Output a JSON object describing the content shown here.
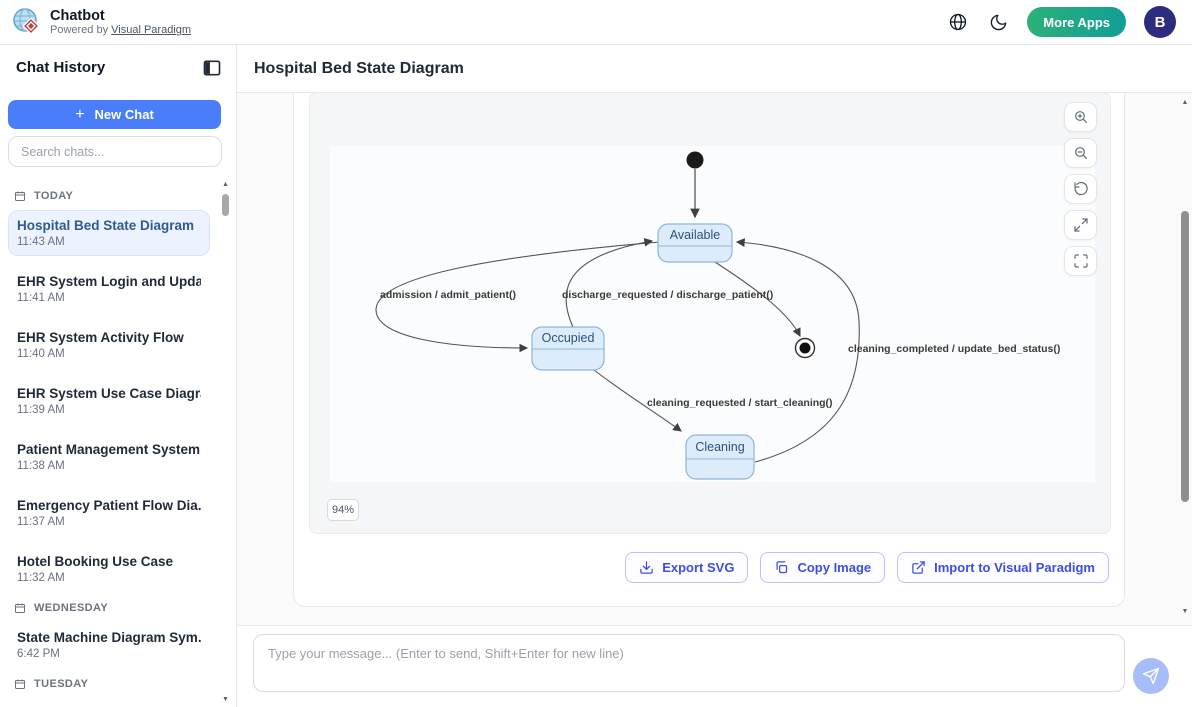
{
  "header": {
    "app_title": "Chatbot",
    "powered_prefix": "Powered by",
    "powered_link": "Visual Paradigm",
    "more_apps": "More Apps",
    "avatar_initial": "B"
  },
  "sidebar": {
    "title": "Chat History",
    "new_chat": "New Chat",
    "search_placeholder": "Search chats...",
    "groups": [
      {
        "label": "TODAY",
        "items": [
          {
            "title": "Hospital Bed State Diagram",
            "time": "11:43 AM",
            "active": true
          },
          {
            "title": "EHR System Login and Upda...",
            "time": "11:41 AM"
          },
          {
            "title": "EHR System Activity Flow",
            "time": "11:40 AM"
          },
          {
            "title": "EHR System Use Case Diagram",
            "time": "11:39 AM"
          },
          {
            "title": "Patient Management System...",
            "time": "11:38 AM"
          },
          {
            "title": "Emergency Patient Flow Dia...",
            "time": "11:37 AM"
          },
          {
            "title": "Hotel Booking Use Case",
            "time": "11:32 AM"
          }
        ]
      },
      {
        "label": "WEDNESDAY",
        "items": [
          {
            "title": "State Machine Diagram Sym...",
            "time": "6:42 PM"
          }
        ]
      },
      {
        "label": "TUESDAY",
        "items": []
      }
    ]
  },
  "main": {
    "title": "Hospital Bed State Diagram",
    "zoom_level": "94%",
    "actions": {
      "export_svg": "Export SVG",
      "copy_image": "Copy Image",
      "import_vp": "Import to Visual Paradigm"
    },
    "composer_placeholder": "Type your message... (Enter to send, Shift+Enter for new line)"
  },
  "diagram": {
    "type": "uml-state-diagram",
    "states": {
      "available": "Available",
      "occupied": "Occupied",
      "cleaning": "Cleaning"
    },
    "pseudostates": [
      "initial",
      "final"
    ],
    "transitions": [
      {
        "from": "initial",
        "to": "Available",
        "label": ""
      },
      {
        "from": "Available",
        "to": "Occupied",
        "label": "admission / admit_patient()"
      },
      {
        "from": "Occupied",
        "to": "Available",
        "label": "discharge_requested / discharge_patient()"
      },
      {
        "from": "Occupied",
        "to": "Cleaning",
        "label": "cleaning_requested / start_cleaning()"
      },
      {
        "from": "Cleaning",
        "to": "Available",
        "label": "cleaning_completed / update_bed_status()"
      },
      {
        "from": "Available",
        "to": "final",
        "label": ""
      }
    ],
    "labels": {
      "admission": "admission / admit_patient()",
      "discharge": "discharge_requested / discharge_patient()",
      "cleaning_requested": "cleaning_requested / start_cleaning()",
      "cleaning_completed": "cleaning_completed / update_bed_status()"
    }
  },
  "icons": {
    "up_arrow": "▲",
    "down_arrow": "▼",
    "plus": "+"
  },
  "colors": {
    "accent_blue": "#4a7dfa",
    "action_blue": "#3d4ee0",
    "more_apps_gradient": [
      "#2cb178",
      "#129e96"
    ],
    "avatar_bg": "#2e2c7e",
    "state_fill": "#dcecfa",
    "state_stroke": "#8fb6d9",
    "selected_chat_bg": "#edf3fe"
  }
}
